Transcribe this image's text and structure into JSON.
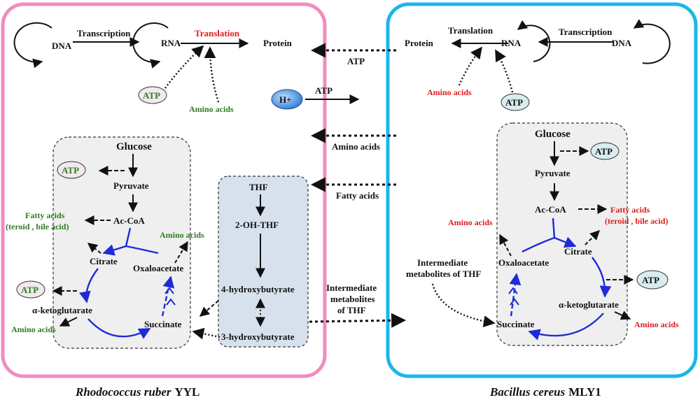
{
  "organisms": {
    "left": {
      "name_italic": "Rhodococcus ruber",
      "strain": "YYL"
    },
    "right": {
      "name_italic": "Bacillus cereus",
      "strain": "MLY1"
    }
  },
  "left": {
    "dna": "DNA",
    "transcription": "Transcription",
    "rna": "RNA",
    "translation": "Translation",
    "protein": "Protein",
    "atp": "ATP",
    "amino_acids": "Amino acids",
    "glucose": "Glucose",
    "pyruvate": "Pyruvate",
    "acCoA": "Ac-CoA",
    "citrate": "Citrate",
    "oxaloacetate": "Oxaloacetate",
    "akg": "α-ketoglutarate",
    "succinate": "Succinate",
    "fatty_acids_1": "Fatty acids",
    "fatty_acids_2": "(teroid , bile acid)",
    "atp_glycolysis": "ATP",
    "atp_tca": "ATP",
    "amino_acids_oxa": "Amino acids",
    "amino_acids_akg": "Amino acids"
  },
  "thf": {
    "thf": "THF",
    "oh_thf": "2-OH-THF",
    "hba4": "4-hydroxybutyrate",
    "hba3": "3-hydroxybutyrate"
  },
  "middle": {
    "atp_top": "ATP",
    "h_plus": "H+",
    "atp_h": "ATP",
    "amino_acids": "Amino acids",
    "fatty_acids": "Fatty acids",
    "inter_1": "Intermediate",
    "inter_2": "metabolites",
    "inter_3": "of THF"
  },
  "right": {
    "protein": "Protein",
    "translation": "Translation",
    "rna": "RNA",
    "transcription": "Transcription",
    "dna": "DNA",
    "amino_acids_top": "Amino acids",
    "atp_top": "ATP",
    "glucose": "Glucose",
    "atp_glc": "ATP",
    "pyruvate": "Pyruvate",
    "acCoA": "Ac-CoA",
    "fatty_acids_1": "Fatty acids",
    "fatty_acids_2": "(teroid , bile acid)",
    "amino_acids_oxa": "Amino acids",
    "citrate": "Citrate",
    "oxaloacetate": "Oxaloacetate",
    "atp_tca": "ATP",
    "akg": "α-ketoglutarate",
    "succinate": "Succinate",
    "amino_acids_akg": "Amino acids",
    "inter_1": "Intermediate",
    "inter_2": "metabolites of THF"
  },
  "colors": {
    "left_border": "#f08cc0",
    "right_border": "#1bb6ea",
    "green_text": "#2e7d1f",
    "red_text": "#e21b1b",
    "tca_arrow": "#1f2bd6",
    "thf_box": "#d7e1ee",
    "metab_box": "#efefef"
  }
}
